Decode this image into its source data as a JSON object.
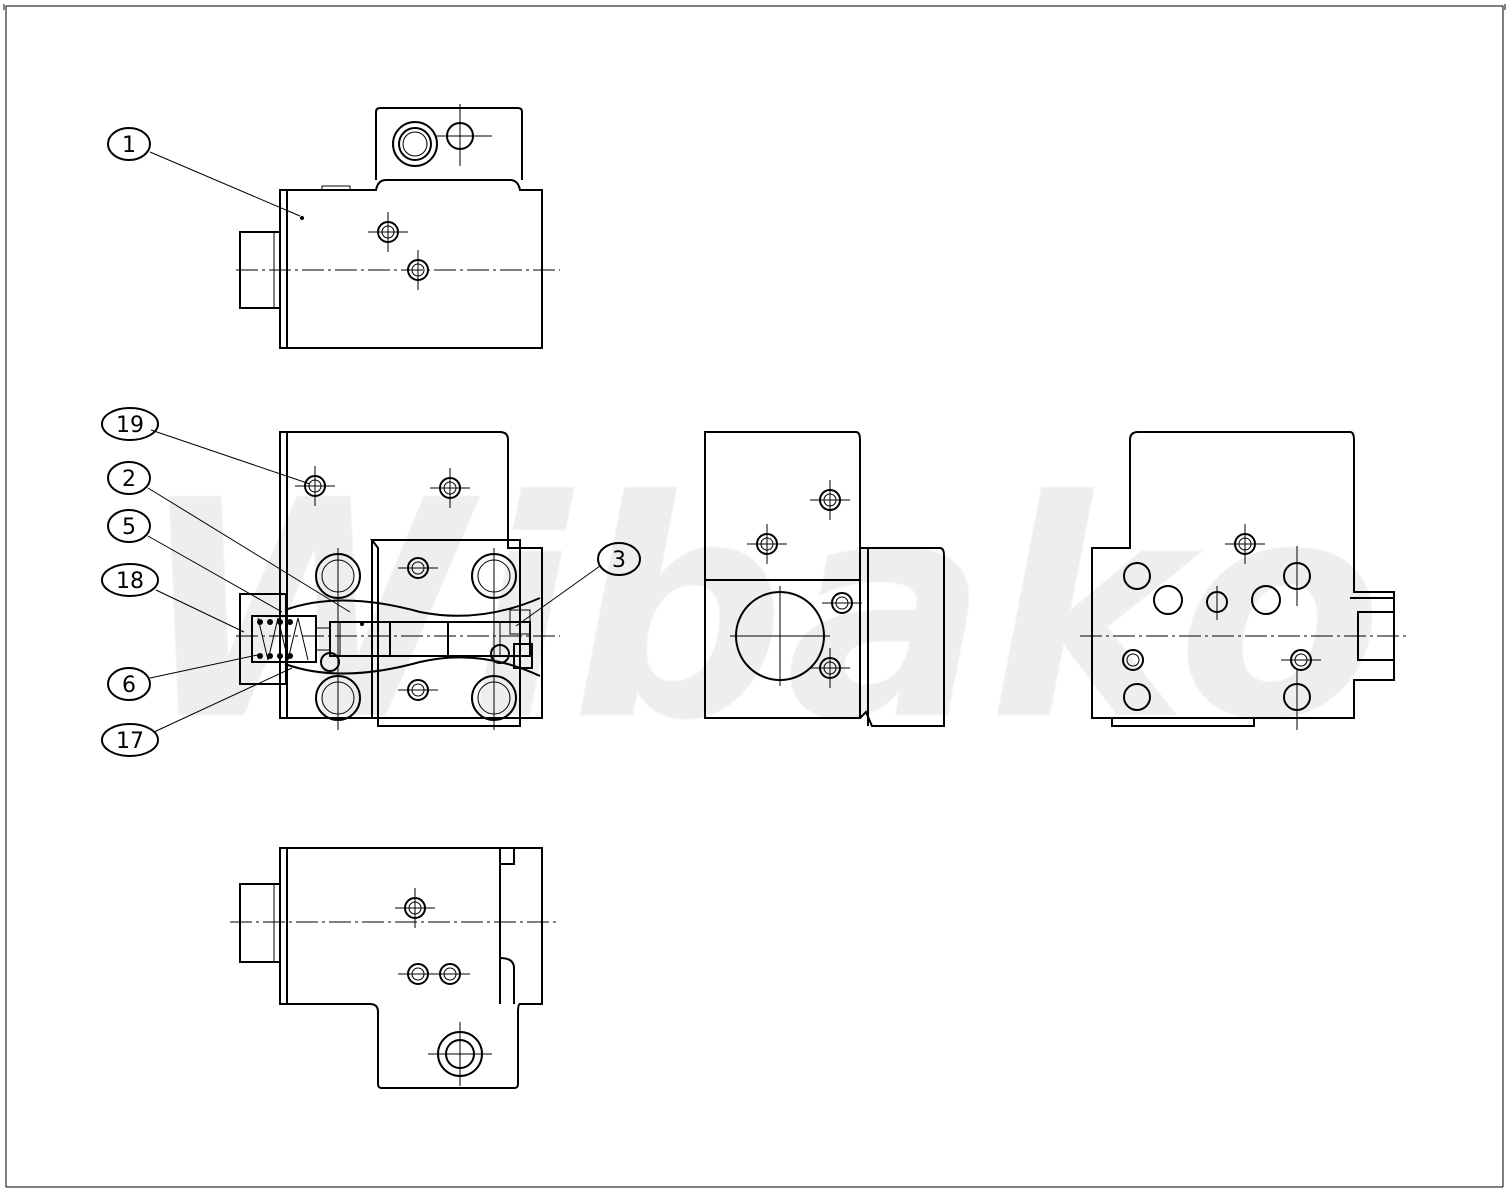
{
  "balloons": [
    {
      "id": "1",
      "label": "1"
    },
    {
      "id": "19",
      "label": "19"
    },
    {
      "id": "2",
      "label": "2"
    },
    {
      "id": "5",
      "label": "5"
    },
    {
      "id": "18",
      "label": "18"
    },
    {
      "id": "6",
      "label": "6"
    },
    {
      "id": "17",
      "label": "17"
    },
    {
      "id": "3",
      "label": "3"
    }
  ],
  "watermark": {
    "text": "Wibako"
  },
  "colors": {
    "line": "#000000",
    "background": "#ffffff",
    "watermark": "#ededed"
  }
}
